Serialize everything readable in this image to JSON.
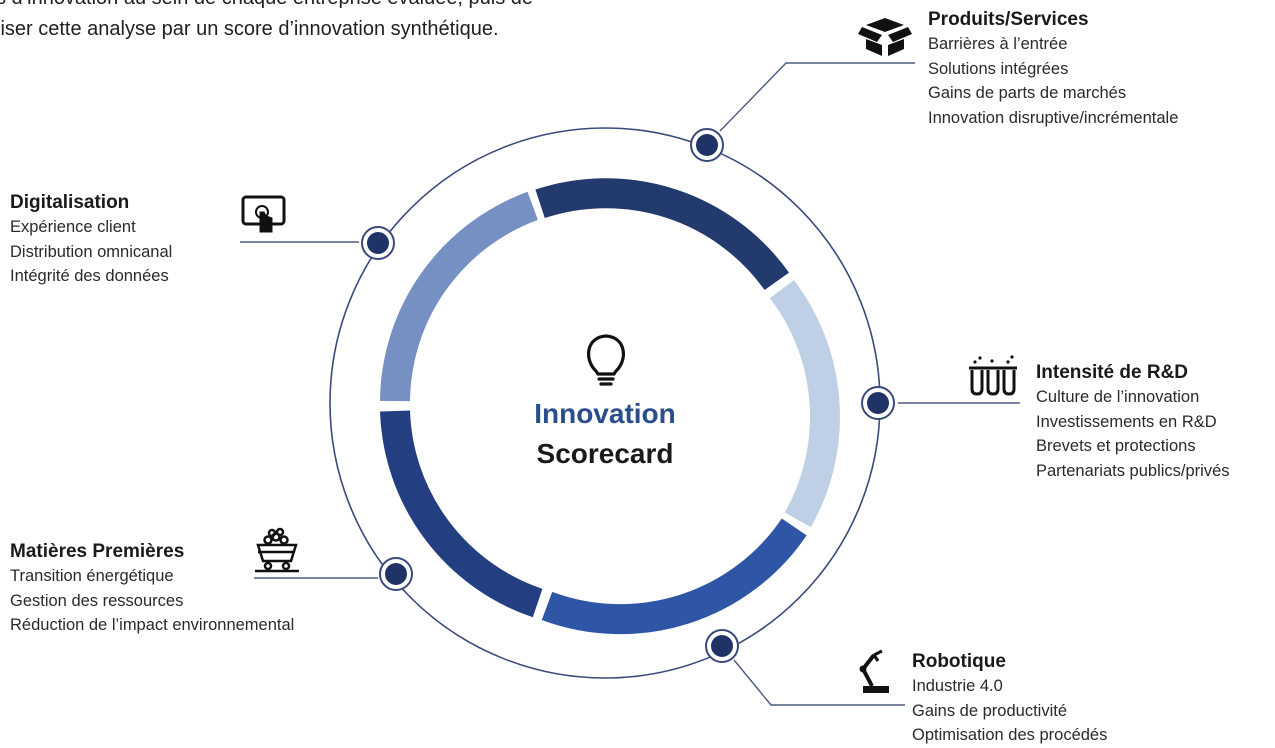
{
  "intro": {
    "line1": "s d’innovation au sein de chaque entreprise évaluée, puis de",
    "line2": "liser cette analyse par un score d’innovation synthétique."
  },
  "center": {
    "word1": "Innovation",
    "word2": "Scorecard",
    "icon": "lightbulb-icon"
  },
  "colors": {
    "ring_line": "#3a4a7c",
    "node_fill": "#1f3366",
    "seg_dark_navy": "#223a6e",
    "seg_pale_blue": "#bfd0e6",
    "seg_mid_blue": "#2f56a6",
    "seg_navy": "#243e82",
    "seg_light_blue": "#7690c4"
  },
  "categories": [
    {
      "id": "produits",
      "icon": "box-icon",
      "title": "Produits/Services",
      "items": [
        "Barrières à l’entrée",
        "Solutions intégrées",
        "Gains de parts de marchés",
        "Innovation disruptive/incrémentale"
      ]
    },
    {
      "id": "rd",
      "icon": "test-tubes-icon",
      "title": "Intensité de R&D",
      "items": [
        "Culture de l’innovation",
        "Investissements en R&D",
        "Brevets et protections",
        "Partenariats publics/privés"
      ]
    },
    {
      "id": "robotique",
      "icon": "robot-arm-icon",
      "title": "Robotique",
      "items": [
        "Industrie 4.0",
        "Gains de productivité",
        "Optimisation des procédés"
      ]
    },
    {
      "id": "matieres",
      "icon": "mine-cart-icon",
      "title": "Matières Premières",
      "items": [
        "Transition énergétique",
        "Gestion des ressources",
        "Réduction de l’impact environnemental"
      ]
    },
    {
      "id": "digitalisation",
      "icon": "touchscreen-tablet-icon",
      "title": "Digitalisation",
      "items": [
        "Expérience client",
        "Distribution omnicanal",
        "Intégrité des données"
      ]
    }
  ]
}
